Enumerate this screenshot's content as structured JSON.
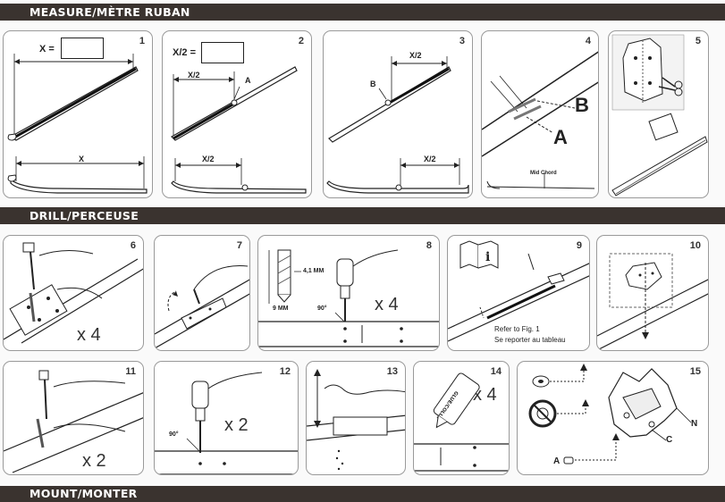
{
  "sections": {
    "measure": "MEASURE/MÈTRE RUBAN",
    "drill": "DRILL/PERCEUSE",
    "mount": "MOUNT/MONTER"
  },
  "panels": {
    "p1": {
      "num": "1",
      "x_eq": "X =",
      "x": "X"
    },
    "p2": {
      "num": "2",
      "x2_eq": "X/2 =",
      "x2_top": "X/2",
      "a": "A",
      "x2_bottom": "X/2"
    },
    "p3": {
      "num": "3",
      "x2_top": "X/2",
      "b": "B",
      "x2_bottom": "X/2"
    },
    "p4": {
      "num": "4",
      "b": "B",
      "a": "A",
      "mid_chord": "Mid Chord"
    },
    "p5": {
      "num": "5"
    },
    "p6": {
      "num": "6",
      "count": "x 4"
    },
    "p7": {
      "num": "7"
    },
    "p8": {
      "num": "8",
      "dim1": "4,1 MM",
      "dim2": "9 MM",
      "angle": "90°",
      "count": "x 4"
    },
    "p9": {
      "num": "9",
      "ref1": "Refer to Fig. 1",
      "ref2": "Se reporter au tableau"
    },
    "p10": {
      "num": "10"
    },
    "p11": {
      "num": "11",
      "count": "x 2"
    },
    "p12": {
      "num": "12",
      "angle": "90°",
      "count": "x 2"
    },
    "p13": {
      "num": "13"
    },
    "p14": {
      "num": "14",
      "glue": "GLUE/COLLE",
      "count": "x 4"
    },
    "p15": {
      "num": "15",
      "n": "N",
      "c": "C",
      "a": "A"
    }
  }
}
